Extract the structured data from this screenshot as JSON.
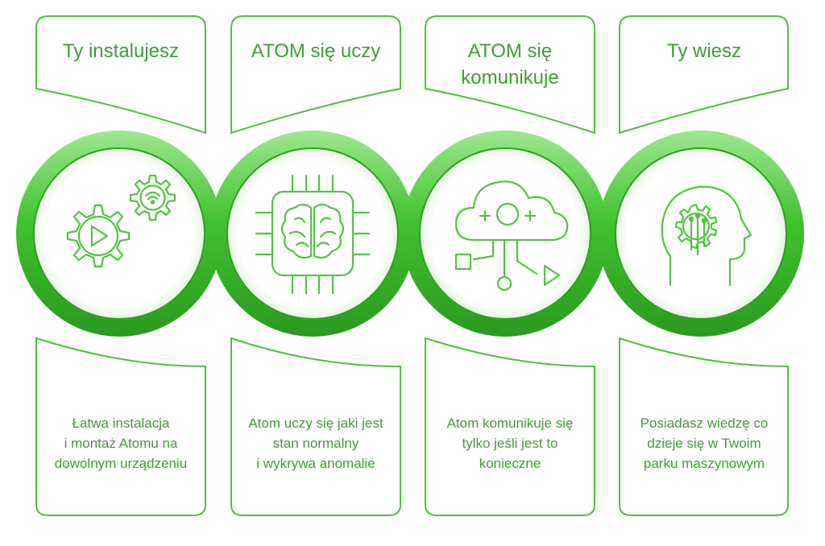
{
  "steps": [
    {
      "title": "Ty instalujesz",
      "description": "Łatwa instalacja\ni montaż Atomu na\ndowolnym urządzeniu",
      "icon": "gears-play-wifi-icon"
    },
    {
      "title": "ATOM się uczy",
      "description": "Atom uczy się jaki jest\nstan normalny\ni wykrywa anomalie",
      "icon": "brain-chip-icon"
    },
    {
      "title": "ATOM się komunikuje",
      "description": "Atom komunikuje się\ntylko jeśli jest to\nkonieczne",
      "icon": "cloud-network-icon"
    },
    {
      "title": "Ty wiesz",
      "description": "Posiadasz wiedzę co\ndzieje się w Twoim\nparku maszynowym",
      "icon": "head-gear-icon"
    }
  ],
  "colors": {
    "accent": "#3fbf2e",
    "accent_dark": "#2e9e22",
    "accent_light": "#8be07c",
    "icon_stroke": "#52c443",
    "text": "#3f9e35"
  }
}
